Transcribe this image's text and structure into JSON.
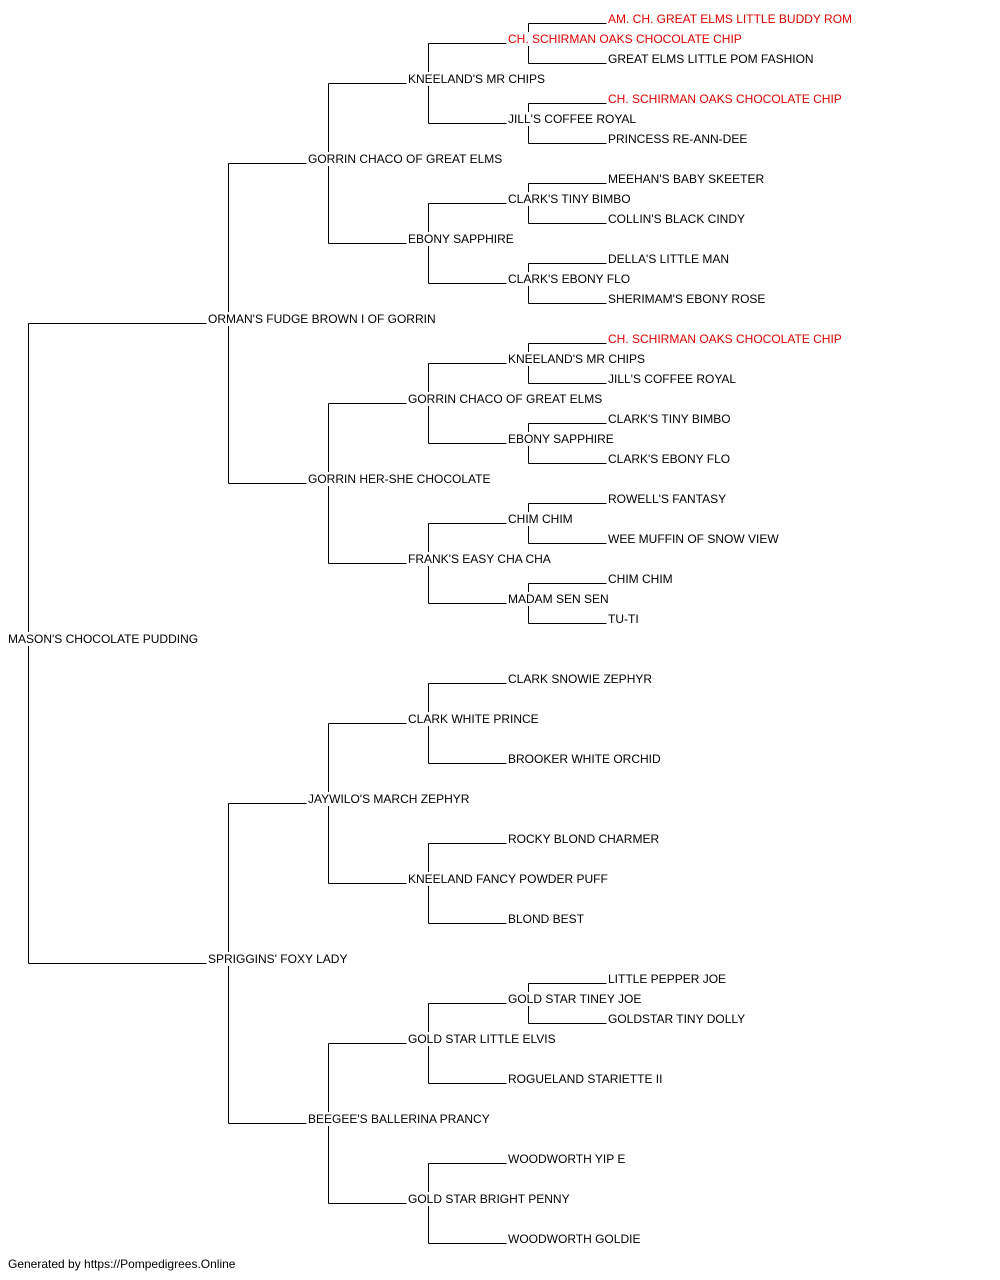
{
  "colors": {
    "text": "#000000",
    "highlight": "#e00000",
    "line": "#000000"
  },
  "pedigree": {
    "subject": {
      "name": "MASON'S CHOCOLATE PUDDING",
      "highlight": false
    },
    "sire": {
      "name": "ORMAN'S FUDGE BROWN I OF GORRIN",
      "highlight": false,
      "sire": {
        "name": "GORRIN CHACO OF GREAT ELMS",
        "highlight": false,
        "sire": {
          "name": "KNEELAND'S MR CHIPS",
          "highlight": false,
          "sire": {
            "name": "CH. SCHIRMAN OAKS CHOCOLATE CHIP",
            "highlight": true,
            "sire": {
              "name": "AM. CH. GREAT ELMS LITTLE BUDDY ROM",
              "highlight": true
            },
            "dam": {
              "name": "GREAT ELMS LITTLE POM FASHION",
              "highlight": false
            }
          },
          "dam": {
            "name": "JILL'S COFFEE ROYAL",
            "highlight": false,
            "sire": {
              "name": "CH. SCHIRMAN OAKS CHOCOLATE CHIP",
              "highlight": true
            },
            "dam": {
              "name": "PRINCESS RE-ANN-DEE",
              "highlight": false
            }
          }
        },
        "dam": {
          "name": "EBONY SAPPHIRE",
          "highlight": false,
          "sire": {
            "name": "CLARK'S TINY BIMBO",
            "highlight": false,
            "sire": {
              "name": "MEEHAN'S BABY SKEETER",
              "highlight": false
            },
            "dam": {
              "name": "COLLIN'S BLACK CINDY",
              "highlight": false
            }
          },
          "dam": {
            "name": "CLARK'S EBONY FLO",
            "highlight": false,
            "sire": {
              "name": "DELLA'S LITTLE MAN",
              "highlight": false
            },
            "dam": {
              "name": "SHERIMAM'S EBONY ROSE",
              "highlight": false
            }
          }
        }
      },
      "dam": {
        "name": "GORRIN HER-SHE CHOCOLATE",
        "highlight": false,
        "sire": {
          "name": "GORRIN CHACO OF GREAT ELMS",
          "highlight": false,
          "sire": {
            "name": "KNEELAND'S MR CHIPS",
            "highlight": false,
            "sire": {
              "name": "CH. SCHIRMAN OAKS CHOCOLATE CHIP",
              "highlight": true
            },
            "dam": {
              "name": "JILL'S COFFEE ROYAL",
              "highlight": false
            }
          },
          "dam": {
            "name": "EBONY SAPPHIRE",
            "highlight": false,
            "sire": {
              "name": "CLARK'S TINY BIMBO",
              "highlight": false
            },
            "dam": {
              "name": "CLARK'S EBONY FLO",
              "highlight": false
            }
          }
        },
        "dam": {
          "name": "FRANK'S EASY CHA CHA",
          "highlight": false,
          "sire": {
            "name": "CHIM CHIM",
            "highlight": false,
            "sire": {
              "name": "ROWELL'S FANTASY",
              "highlight": false
            },
            "dam": {
              "name": "WEE MUFFIN OF SNOW VIEW",
              "highlight": false
            }
          },
          "dam": {
            "name": "MADAM SEN SEN",
            "highlight": false,
            "sire": {
              "name": "CHIM CHIM",
              "highlight": false
            },
            "dam": {
              "name": "TU-TI",
              "highlight": false
            }
          }
        }
      }
    },
    "dam": {
      "name": "SPRIGGINS' FOXY LADY",
      "highlight": false,
      "sire": {
        "name": "JAYWILO'S MARCH ZEPHYR",
        "highlight": false,
        "sire": {
          "name": "CLARK WHITE PRINCE",
          "highlight": false,
          "sire": {
            "name": "CLARK SNOWIE ZEPHYR",
            "highlight": false
          },
          "dam": {
            "name": "BROOKER WHITE ORCHID",
            "highlight": false
          }
        },
        "dam": {
          "name": "KNEELAND FANCY POWDER PUFF",
          "highlight": false,
          "sire": {
            "name": "ROCKY BLOND CHARMER",
            "highlight": false
          },
          "dam": {
            "name": "BLOND BEST",
            "highlight": false
          }
        }
      },
      "dam": {
        "name": "BEEGEE'S BALLERINA PRANCY",
        "highlight": false,
        "sire": {
          "name": "GOLD STAR LITTLE ELVIS",
          "highlight": false,
          "sire": {
            "name": "GOLD STAR TINEY JOE",
            "highlight": false,
            "sire": {
              "name": "LITTLE PEPPER JOE",
              "highlight": false
            },
            "dam": {
              "name": "GOLDSTAR TINY DOLLY",
              "highlight": false
            }
          },
          "dam": {
            "name": "ROGUELAND STARIETTE II",
            "highlight": false
          }
        },
        "dam": {
          "name": "GOLD STAR BRIGHT PENNY",
          "highlight": false,
          "sire": {
            "name": "WOODWORTH YIP E",
            "highlight": false
          },
          "dam": {
            "name": "WOODWORTH GOLDIE",
            "highlight": false
          }
        }
      }
    }
  },
  "footer": "Generated by https://Pompedigrees.Online"
}
